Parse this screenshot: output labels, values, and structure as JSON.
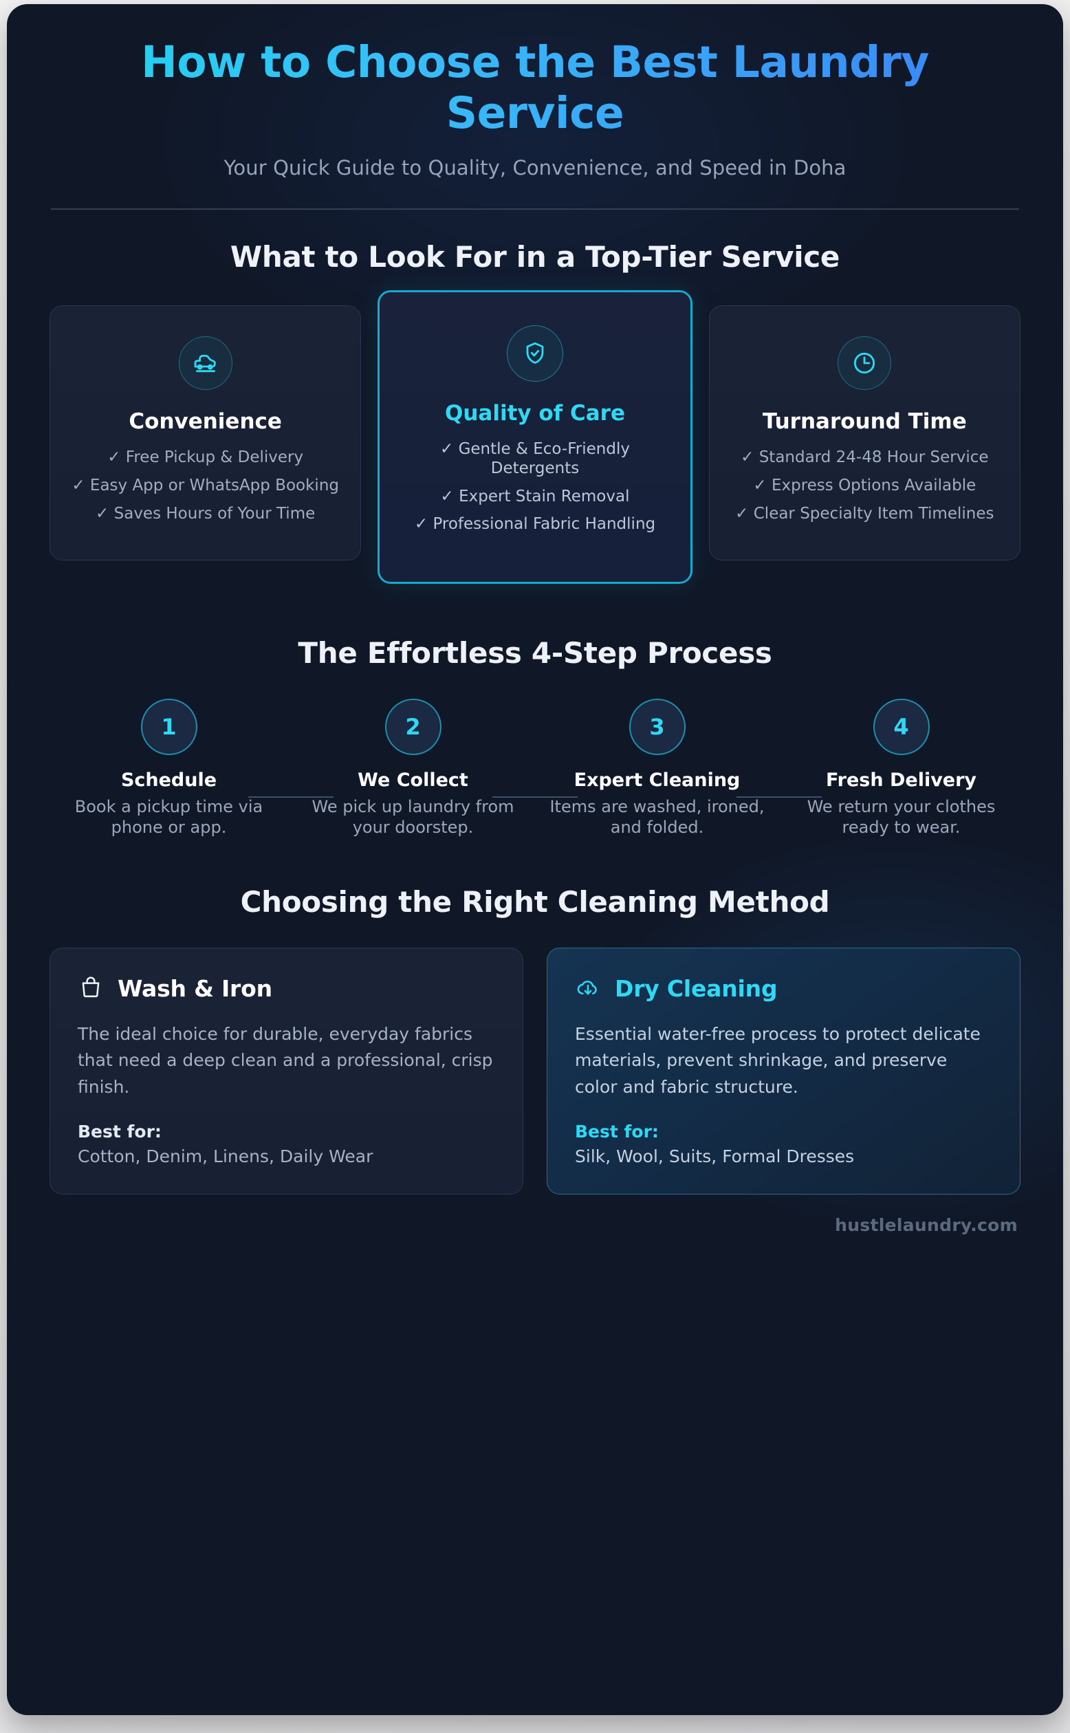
{
  "header": {
    "title": "How to Choose the Best Laundry Service",
    "subtitle": "Your Quick Guide to Quality, Convenience, and Speed in Doha"
  },
  "features": {
    "heading": "What to Look For in a Top-Tier Service",
    "cards": [
      {
        "icon": "car-delivery-icon",
        "title": "Convenience",
        "items": [
          "✓ Free Pickup & Delivery",
          "✓ Easy App or WhatsApp Booking",
          "✓ Saves Hours of Your Time"
        ]
      },
      {
        "icon": "shield-check-icon",
        "title": "Quality of Care",
        "items": [
          "✓ Gentle & Eco-Friendly Detergents",
          "✓ Expert Stain Removal",
          "✓ Professional Fabric Handling"
        ]
      },
      {
        "icon": "clock-icon",
        "title": "Turnaround Time",
        "items": [
          "✓ Standard 24-48 Hour Service",
          "✓ Express Options Available",
          "✓ Clear Specialty Item Timelines"
        ]
      }
    ]
  },
  "process": {
    "heading": "The Effortless 4-Step Process",
    "steps": [
      {
        "number": "1",
        "title": "Schedule",
        "desc": "Book a pickup time via phone or app."
      },
      {
        "number": "2",
        "title": "We Collect",
        "desc": "We pick up laundry from your doorstep."
      },
      {
        "number": "3",
        "title": "Expert Cleaning",
        "desc": "Items are washed, ironed, and folded."
      },
      {
        "number": "4",
        "title": "Fresh Delivery",
        "desc": "We return your clothes ready to wear."
      }
    ]
  },
  "methods": {
    "heading": "Choosing the Right Cleaning Method",
    "cards": [
      {
        "icon": "shopping-bag-icon",
        "title": "Wash & Iron",
        "body": "The ideal choice for durable, everyday fabrics that need a deep clean and a professional, crisp finish.",
        "best_label": "Best for:",
        "best_value": "Cotton, Denim, Linens, Daily Wear"
      },
      {
        "icon": "cloud-download-icon",
        "title": "Dry Cleaning",
        "body": "Essential water-free process to protect delicate materials, prevent shrinkage, and preserve color and fabric structure.",
        "best_label": "Best for:",
        "best_value": "Silk, Wool, Suits, Formal Dresses"
      }
    ]
  },
  "footer": {
    "site": "hustlelaundry.com"
  },
  "colors": {
    "background": "#101828",
    "accent_cyan": "#2fd8f5",
    "accent_blue": "#3b82f6",
    "card_bg": "#1a2236",
    "border": "#2b3650",
    "highlight_border": "#17a9cf",
    "muted_text": "#9aa6ba"
  }
}
